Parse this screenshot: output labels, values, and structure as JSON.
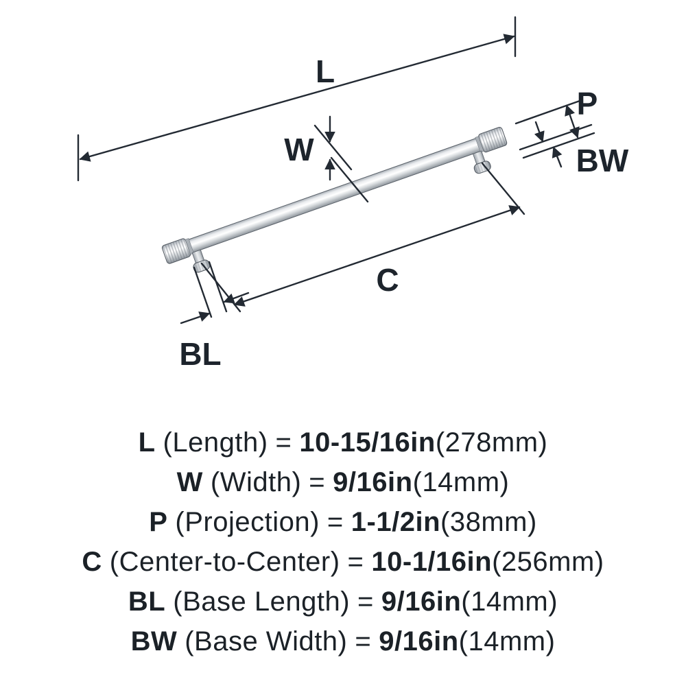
{
  "diagram": {
    "labels": {
      "l": "L",
      "w": "W",
      "p": "P",
      "c": "C",
      "bl": "BL",
      "bw": "BW"
    }
  },
  "specs": [
    {
      "label": "L",
      "name": "(Length)",
      "eq": "=",
      "value": "10-15/16in",
      "metric": "(278mm)"
    },
    {
      "label": "W",
      "name": "(Width)",
      "eq": "=",
      "value": "9/16in",
      "metric": "(14mm)"
    },
    {
      "label": "P",
      "name": "(Projection)",
      "eq": "=",
      "value": "1-1/2in",
      "metric": "(38mm)"
    },
    {
      "label": "C",
      "name": "(Center-to-Center)",
      "eq": "=",
      "value": "10-1/16in",
      "metric": "(256mm)"
    },
    {
      "label": "BL",
      "name": "(Base Length)",
      "eq": "=",
      "value": "9/16in",
      "metric": "(14mm)"
    },
    {
      "label": "BW",
      "name": "(Base Width)",
      "eq": "=",
      "value": "9/16in",
      "metric": "(14mm)"
    }
  ],
  "colors": {
    "annotation": "#232a33",
    "text": "#1b2127",
    "metal_light": "#ffffff",
    "metal_mid": "#d4d8db",
    "metal_dark": "#8e959c",
    "background": "#ffffff"
  }
}
